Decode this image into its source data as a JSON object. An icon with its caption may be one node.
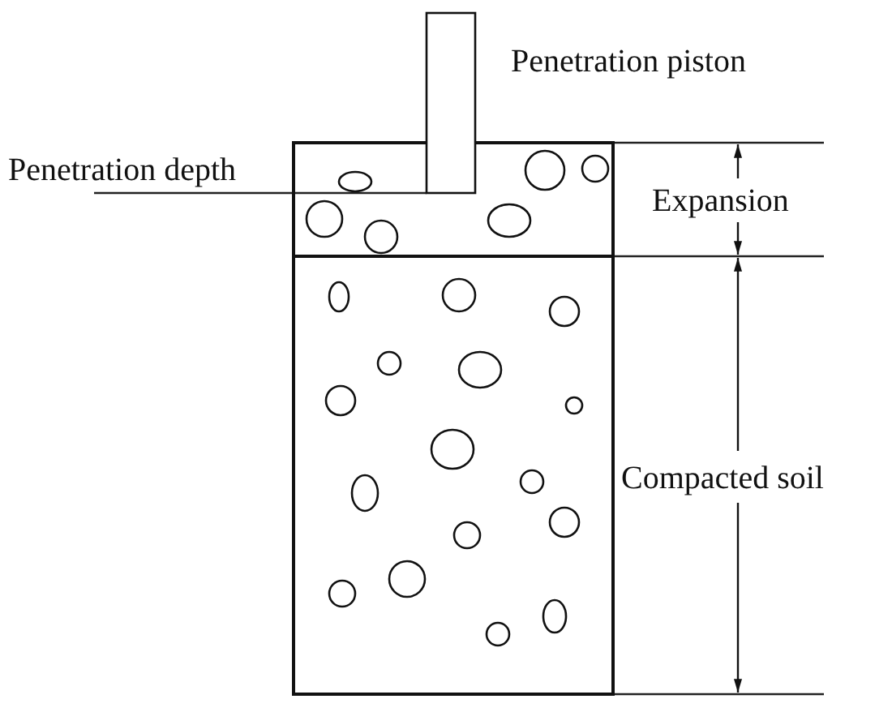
{
  "diagram": {
    "labels": [
      "Penetration piston",
      "Penetration depth",
      "Expansion",
      "Compacted soil"
    ]
  }
}
